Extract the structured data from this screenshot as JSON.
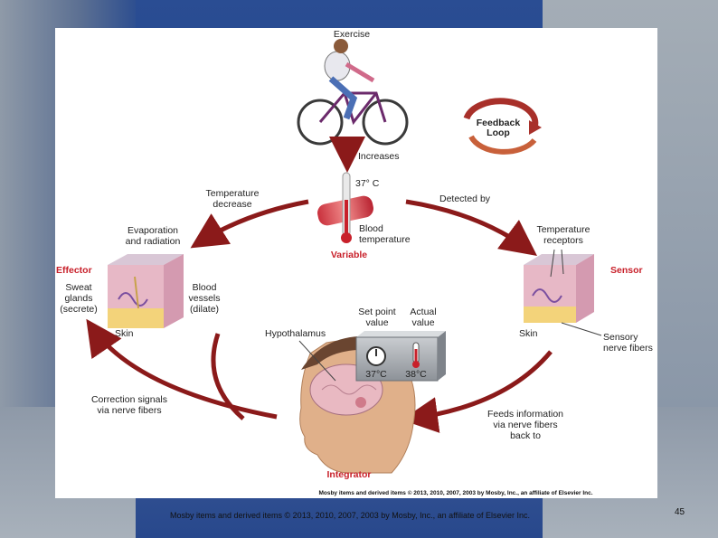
{
  "diagram": {
    "top_label": "Exercise",
    "feedback_loop": [
      "Feedback",
      "Loop"
    ],
    "increases": "Increases",
    "temperature_value": "37° C",
    "blood_temperature": [
      "Blood",
      "temperature"
    ],
    "variable": "Variable",
    "temperature_decrease": [
      "Temperature",
      "decrease"
    ],
    "detected_by": "Detected by",
    "evaporation": [
      "Evaporation",
      "and radiation"
    ],
    "effector": "Effector",
    "sweat_glands": [
      "Sweat",
      "glands",
      "(secrete)"
    ],
    "blood_vessels": [
      "Blood",
      "vessels",
      "(dilate)"
    ],
    "skin_left": "Skin",
    "temperature_receptors": [
      "Temperature",
      "receptors"
    ],
    "sensor": "Sensor",
    "skin_right": "Skin",
    "sensory_nerve_fibers": [
      "Sensory",
      "nerve fibers"
    ],
    "set_point_value": [
      "Set point",
      "value"
    ],
    "actual_value": [
      "Actual",
      "value"
    ],
    "set_point_temp": "37°C",
    "actual_temp": "38°C",
    "hypothalamus": "Hypothalamus",
    "correction_signals": [
      "Correction signals",
      "via nerve fibers"
    ],
    "feeds_information": [
      "Feeds information",
      "via nerve fibers",
      "back to"
    ],
    "integrator": "Integrator",
    "credit": "Mosby items and derived items © 2013, 2010, 2007, 2003 by Mosby, Inc., an affiliate of Elsevier Inc."
  },
  "footer": "Mosby items and derived items © 2013, 2010, 2007, 2003 by Mosby, Inc., an affiliate of Elsevier Inc.",
  "slide_number": "45",
  "colors": {
    "arrow": "#8b1a1a",
    "label_red": "#c8202a",
    "skin": "#e7b8c6",
    "fat": "#f3d37a"
  }
}
